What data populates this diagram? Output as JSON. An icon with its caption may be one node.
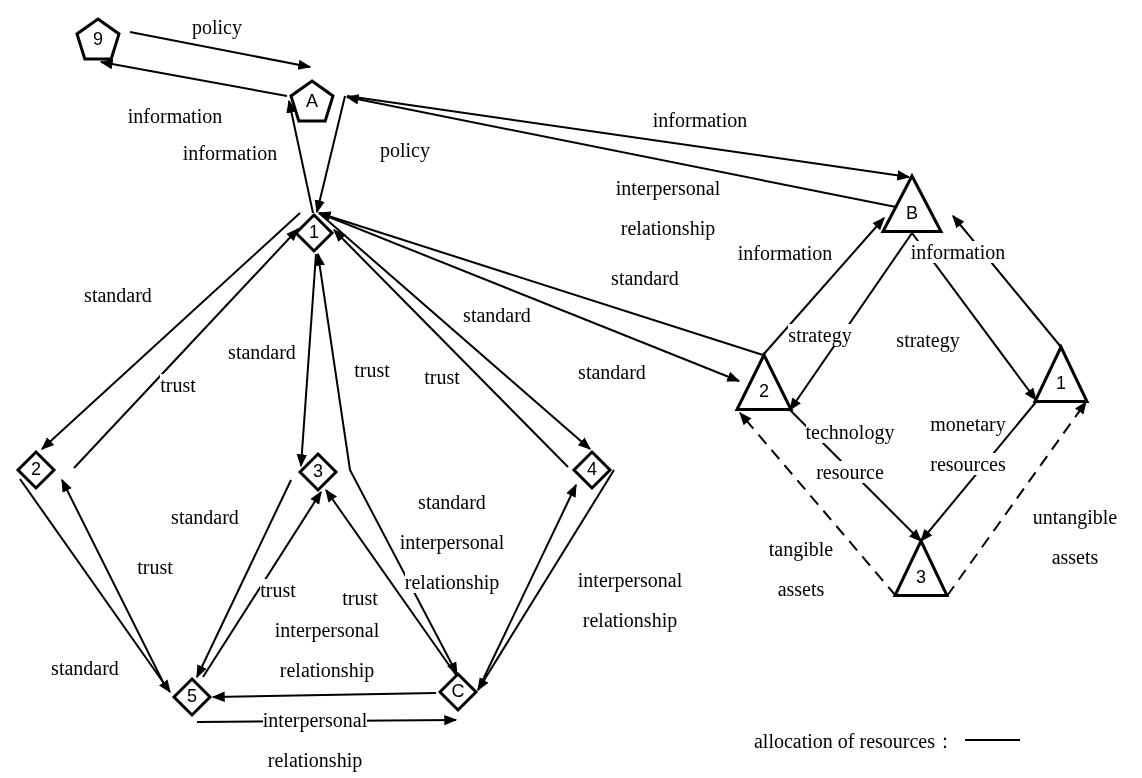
{
  "diagram": {
    "nodes": [
      {
        "text": [
          "9"
        ]
      },
      {
        "text": [
          "A"
        ]
      },
      {
        "text": [
          "1"
        ]
      },
      {
        "text": [
          "2"
        ]
      },
      {
        "text": [
          "3"
        ]
      },
      {
        "text": [
          "4"
        ]
      },
      {
        "text": [
          "5"
        ]
      },
      {
        "text": [
          "C"
        ]
      },
      {
        "text": [
          "B"
        ]
      },
      {
        "text": [
          "2"
        ]
      },
      {
        "text": [
          "1"
        ]
      },
      {
        "text": [
          "3"
        ]
      }
    ],
    "edges": [
      {
        "from": 0,
        "to": 1,
        "arrow": "to",
        "label": "policy"
      },
      {
        "from": 1,
        "to": 0,
        "arrow": "to",
        "label": "information"
      },
      {
        "from": 2,
        "to": 1,
        "arrow": "to",
        "label": "information"
      },
      {
        "from": 1,
        "to": 2,
        "arrow": "to",
        "label": "policy"
      },
      {
        "from": 1,
        "to": 8,
        "arrow": "to",
        "label": "information"
      },
      {
        "from": 8,
        "to": 1,
        "arrow": "to",
        "label": "interpersonal relationship"
      },
      {
        "from": 9,
        "to": 2,
        "arrow": "to",
        "label": "standard"
      },
      {
        "from": 2,
        "to": 9,
        "arrow": "to",
        "label": "standard"
      },
      {
        "from": 2,
        "to": 5,
        "arrow": "to",
        "label": "standard"
      },
      {
        "from": 5,
        "to": 2,
        "arrow": "to",
        "label": "trust"
      },
      {
        "from": 2,
        "to": 3,
        "arrow": "to",
        "label": "standard"
      },
      {
        "from": 3,
        "to": 2,
        "arrow": "to",
        "label": "trust"
      },
      {
        "from": 2,
        "to": 4,
        "arrow": "to",
        "label": "standard"
      },
      {
        "from": 7,
        "to": 2,
        "arrow": "both",
        "label": "trust"
      },
      {
        "from": 4,
        "to": 6,
        "arrow": "to",
        "label": "standard"
      },
      {
        "from": 6,
        "to": 4,
        "arrow": "to",
        "label": "trust"
      },
      {
        "from": 7,
        "to": 4,
        "arrow": "to",
        "label": "trust"
      },
      {
        "from": 7,
        "to": 5,
        "arrow": "to",
        "label": "standard interpersonal relationship"
      },
      {
        "from": 5,
        "to": 7,
        "arrow": "to",
        "label": "interpersonal relationship"
      },
      {
        "from": 7,
        "to": 6,
        "arrow": "to",
        "label": "interpersonal relationship"
      },
      {
        "from": 6,
        "to": 7,
        "arrow": "to",
        "label": "interpersonal relationship"
      },
      {
        "from": 3,
        "to": 6,
        "arrow": "to",
        "label": "standard"
      },
      {
        "from": 6,
        "to": 3,
        "arrow": "to",
        "label": "trust"
      },
      {
        "from": 9,
        "to": 8,
        "arrow": "to",
        "label": "information"
      },
      {
        "from": 8,
        "to": 9,
        "arrow": "to",
        "label": "strategy"
      },
      {
        "from": 8,
        "to": 10,
        "arrow": "to",
        "label": "strategy"
      },
      {
        "from": 10,
        "to": 8,
        "arrow": "to",
        "label": "information"
      },
      {
        "from": 9,
        "to": 11,
        "arrow": "to",
        "label": "technology resource"
      },
      {
        "from": 10,
        "to": 11,
        "arrow": "to",
        "label": "monetary resources"
      },
      {
        "from": 11,
        "to": 9,
        "arrow": "to",
        "label": "tangible assets",
        "style": "dashed"
      },
      {
        "from": 11,
        "to": 10,
        "arrow": "to",
        "label": "untangible assets",
        "style": "dashed"
      }
    ],
    "legend": [
      {
        "text": "allocation of resources："
      }
    ]
  }
}
